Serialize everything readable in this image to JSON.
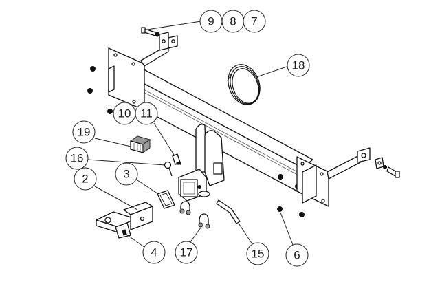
{
  "diagram": {
    "title": "Tow bar exploded parts diagram",
    "callouts": [
      {
        "id": "9",
        "label": "9",
        "part": "bolt"
      },
      {
        "id": "8",
        "label": "8",
        "part": "spring washer"
      },
      {
        "id": "7",
        "label": "7",
        "part": "nut"
      },
      {
        "id": "18",
        "label": "18",
        "part": "wiring coil"
      },
      {
        "id": "10",
        "label": "10",
        "part": "blanking plug"
      },
      {
        "id": "11",
        "label": "11",
        "part": "pin clip bolt"
      },
      {
        "id": "19",
        "label": "19",
        "part": "electrical socket"
      },
      {
        "id": "16",
        "label": "16",
        "part": "hitch pin clip"
      },
      {
        "id": "3",
        "label": "3",
        "part": "receiver collar"
      },
      {
        "id": "2",
        "label": "2",
        "part": "ball mount tongue"
      },
      {
        "id": "4",
        "label": "4",
        "part": "tongue bracket"
      },
      {
        "id": "17",
        "label": "17",
        "part": "shackle"
      },
      {
        "id": "15",
        "label": "15",
        "part": "hitch pin"
      },
      {
        "id": "6",
        "label": "6",
        "part": "blanking plugs"
      }
    ]
  }
}
